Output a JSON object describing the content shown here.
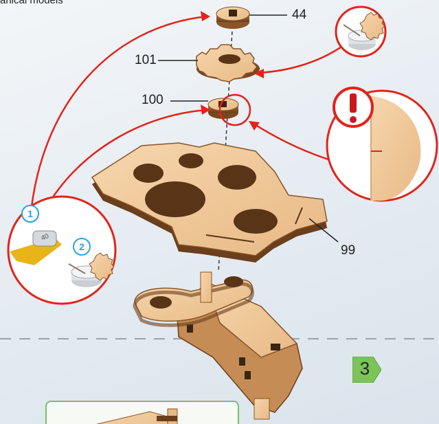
{
  "header": {
    "text": "anical models"
  },
  "labels": {
    "p44": "44",
    "p101": "101",
    "p100": "100",
    "p99": "99"
  },
  "callouts": {
    "step1": "1",
    "step2": "2",
    "tape_text": "40"
  },
  "step": {
    "number": "3"
  },
  "colors": {
    "red": "#e2231a",
    "wood_light": "#f0caa0",
    "wood_dark": "#6b3e1c",
    "step_green": "#7cc35a",
    "blue": "#29a3e0"
  },
  "icons": {
    "warning": "exclamation-icon"
  }
}
